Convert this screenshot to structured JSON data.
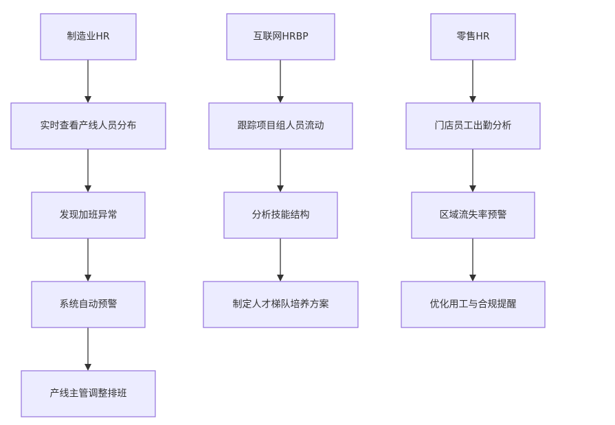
{
  "flows": [
    {
      "nodes": [
        {
          "id": "mfg-hr",
          "label": "制造业HR"
        },
        {
          "id": "mfg-1",
          "label": "实时查看产线人员分布"
        },
        {
          "id": "mfg-2",
          "label": "发现加班异常"
        },
        {
          "id": "mfg-3",
          "label": "系统自动预警"
        },
        {
          "id": "mfg-4",
          "label": "产线主管调整排班"
        }
      ]
    },
    {
      "nodes": [
        {
          "id": "net-hrbp",
          "label": "互联网HRBP"
        },
        {
          "id": "net-1",
          "label": "跟踪项目组人员流动"
        },
        {
          "id": "net-2",
          "label": "分析技能结构"
        },
        {
          "id": "net-3",
          "label": "制定人才梯队培养方案"
        }
      ]
    },
    {
      "nodes": [
        {
          "id": "retail-hr",
          "label": "零售HR"
        },
        {
          "id": "retail-1",
          "label": "门店员工出勤分析"
        },
        {
          "id": "retail-2",
          "label": "区域流失率预警"
        },
        {
          "id": "retail-3",
          "label": "优化用工与合规提醒"
        }
      ]
    }
  ],
  "colors": {
    "node_fill": "#ECECFF",
    "node_border": "#9370DB",
    "edge": "#333333",
    "text": "#333333"
  }
}
